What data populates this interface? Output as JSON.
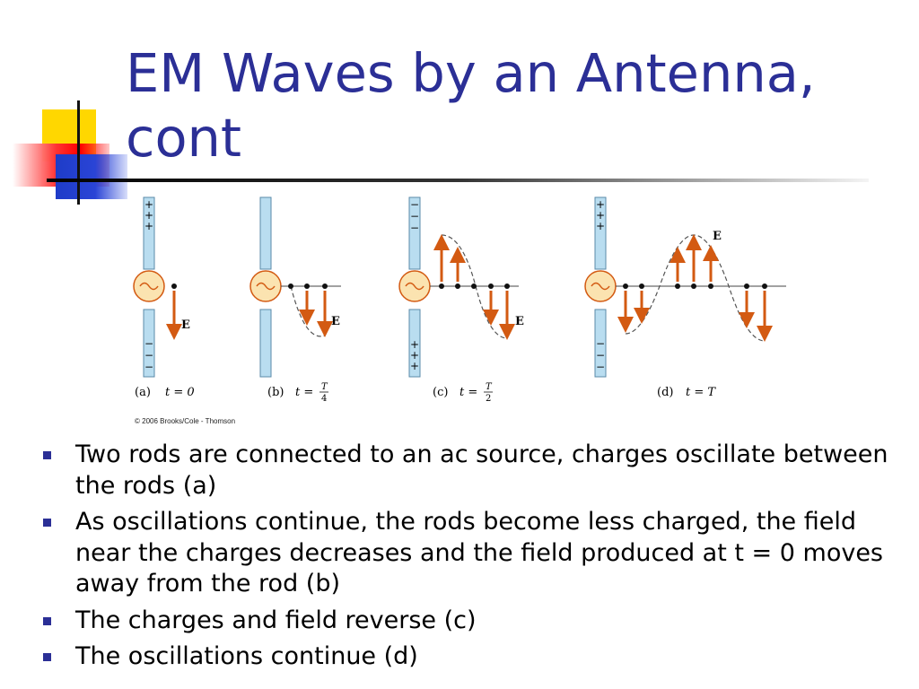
{
  "slide": {
    "title_line1": "EM Waves by an Antenna,",
    "title_line2": "cont"
  },
  "figure": {
    "panels": [
      {
        "id": "a",
        "caption_label": "(a)",
        "time_eq": "t = 0",
        "top_charge": [
          "+",
          "+",
          "+"
        ],
        "bottom_charge": [
          "−",
          "−",
          "−"
        ],
        "field_label": "E"
      },
      {
        "id": "b",
        "caption_label": "(b)",
        "time_eq_prefix": "t =",
        "time_frac_num": "T",
        "time_frac_den": "4",
        "field_label": "E"
      },
      {
        "id": "c",
        "caption_label": "(c)",
        "time_eq_prefix": "t =",
        "time_frac_num": "T",
        "time_frac_den": "2",
        "top_charge": [
          "−",
          "−",
          "−"
        ],
        "bottom_charge": [
          "+",
          "+",
          "+"
        ],
        "field_label": "E"
      },
      {
        "id": "d",
        "caption_label": "(d)",
        "time_eq": "t = T",
        "top_charge": [
          "+",
          "+",
          "+"
        ],
        "bottom_charge": [
          "−",
          "−",
          "−"
        ],
        "field_label": "E"
      }
    ],
    "copyright": "© 2006 Brooks/Cole - Thomson",
    "colors": {
      "rod": "#b9ddf0",
      "source": "#fbe3b0",
      "arrow": "#d35a12"
    }
  },
  "bullets": [
    {
      "text": "Two rods are connected to an ac source, charges oscillate between the rods (a)"
    },
    {
      "text": "As oscillations continue, the rods become less charged, the field near the charges decreases and the field produced at t = 0 moves away from the rod (b)"
    },
    {
      "text": "The charges and field reverse (c)"
    },
    {
      "text": "The oscillations continue (d)"
    }
  ]
}
